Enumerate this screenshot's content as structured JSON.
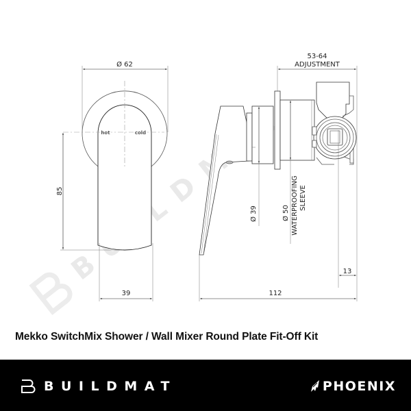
{
  "product": {
    "title": "Mekko SwitchMix Shower / Wall Mixer Round Plate Fit-Off Kit"
  },
  "drawing": {
    "watermark": "BUILDMAT",
    "front_view": {
      "plate_diameter_label": "Ø 62",
      "height_label": "85",
      "width_label": "39",
      "hot_label": "hot",
      "cold_label": "cold"
    },
    "side_view": {
      "adjustment_value": "53-64",
      "adjustment_label": "ADJUSTMENT",
      "body_diameter_label": "Ø 39",
      "sleeve_diameter_label": "Ø 50",
      "sleeve_label_line1": "WATERPROOFING",
      "sleeve_label_line2": "SLEEVE",
      "overall_depth_label": "112",
      "rear_offset_label": "13"
    }
  },
  "footer": {
    "left_brand": "BUILDMAT",
    "right_brand": "PHOENIX",
    "background": "#000000",
    "text_color": "#ffffff"
  }
}
